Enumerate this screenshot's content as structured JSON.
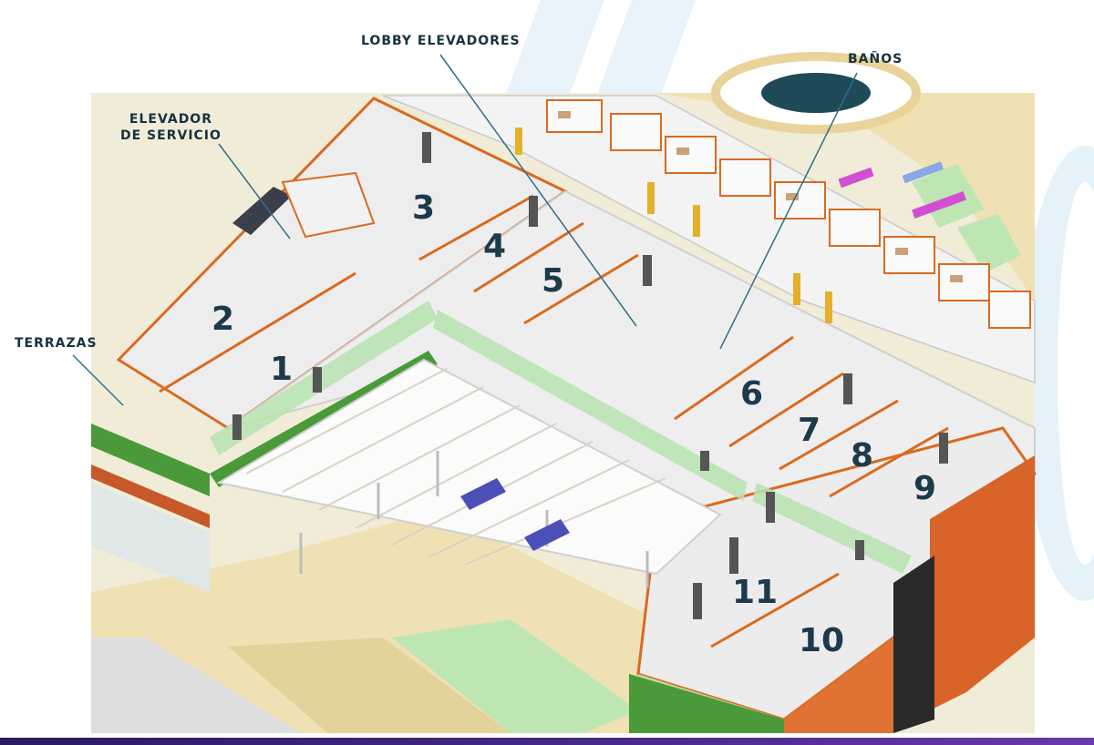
{
  "callouts": {
    "lobby": "LOBBY ELEVADORES",
    "banos": "BAÑOS",
    "elevador_l1": "ELEVADOR",
    "elevador_l2": "DE SERVICIO",
    "terrazas": "TERRAZAS"
  },
  "units": [
    "1",
    "2",
    "3",
    "4",
    "5",
    "6",
    "7",
    "8",
    "9",
    "10",
    "11"
  ],
  "colors": {
    "label": "#17323f",
    "unit_number": "#1c3a4c",
    "leader_line": "#2f6f86",
    "floor": "#ededed",
    "wall_orange": "#d96a1f",
    "glass_green": "#b9e3b0",
    "facade_green": "#4a9a3a",
    "ground": "#efe1b4",
    "background_stripe": "#e6f2fa"
  }
}
